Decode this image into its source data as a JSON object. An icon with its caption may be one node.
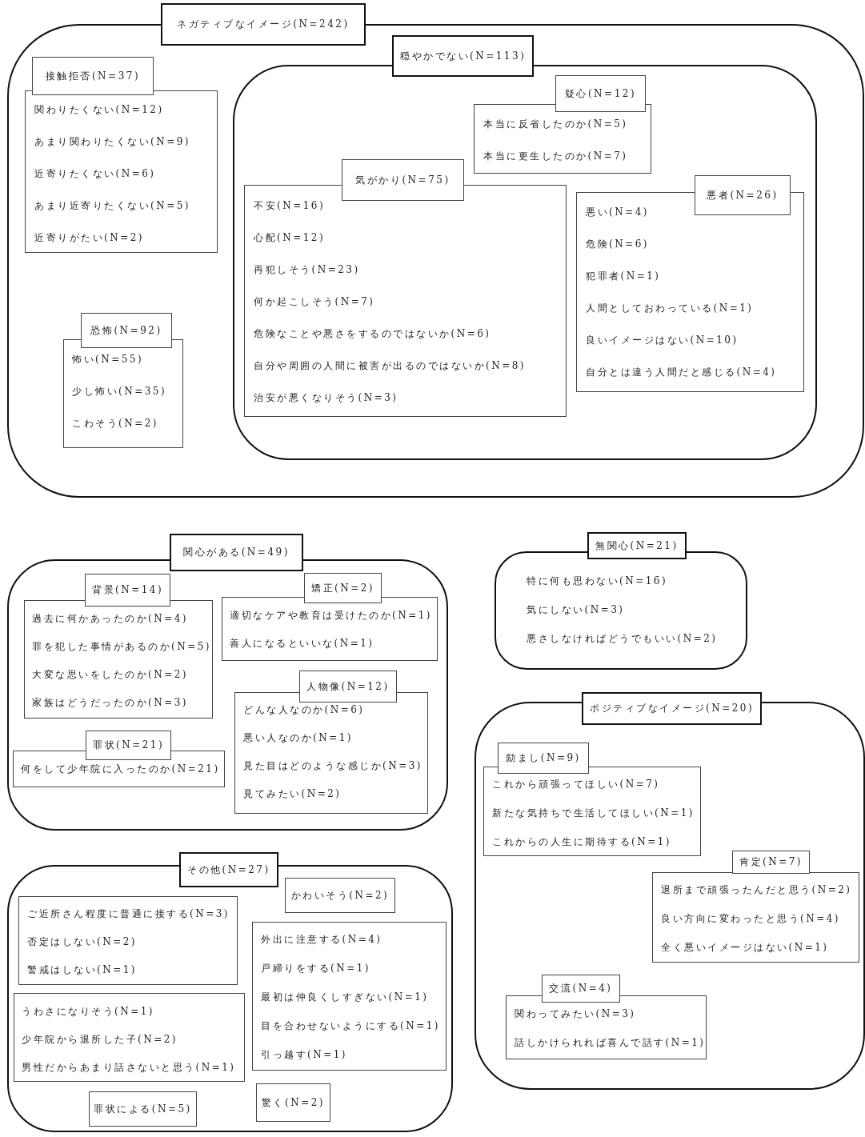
{
  "diagram": {
    "nodes": [
      {
        "text": [
          "ネガティブなイメージ(N=242)"
        ]
      },
      {
        "text": [
          "接触拒否(N=37)",
          "関わりたくない(N=12)",
          "あまり関わりたくない(N=9)",
          "近寄りたくない(N=6)",
          "あまり近寄りたくない(N=5)",
          "近寄りがたい(N=2)"
        ],
        "in": 0
      },
      {
        "text": [
          "恐怖(N=92)",
          "怖い(N=55)",
          "少し怖い(N=35)",
          "こわそう(N=2)"
        ],
        "in": 0
      },
      {
        "text": [
          "穏やかでない(N=113)"
        ],
        "in": 0
      },
      {
        "text": [
          "疑心(N=12)",
          "本当に反省したのか(N=5)",
          "本当に更生したのか(N=7)"
        ],
        "in": 3
      },
      {
        "text": [
          "気がかり(N=75)",
          "不安(N=16)",
          "心配(N=12)",
          "再犯しそう(N=23)",
          "何か起こしそう(N=7)",
          "危険なことや悪さをするのではないか(N=6)",
          "自分や周囲の人間に被害が出るのではないか(N=8)",
          "治安が悪くなりそう(N=3)"
        ],
        "in": 3
      },
      {
        "text": [
          "悪者(N=26)",
          "悪い(N=4)",
          "危険(N=6)",
          "犯罪者(N=1)",
          "人間としておわっている(N=1)",
          "良いイメージはない(N=10)",
          "自分とは違う人間だと感じる(N=4)"
        ],
        "in": 3
      },
      {
        "text": [
          "関心がある(N=49)"
        ]
      },
      {
        "text": [
          "背景(N=14)",
          "過去に何かあったのか(N=4)",
          "罪を犯した事情があるのか(N=5)",
          "大変な思いをしたのか(N=2)",
          "家族はどうだったのか(N=3)"
        ],
        "in": 7
      },
      {
        "text": [
          "矯正(N=2)",
          "適切なケアや教育は受けたのか(N=1)",
          "善人になるといいな(N=1)"
        ],
        "in": 7
      },
      {
        "text": [
          "罪状(N=21)",
          "何をして少年院に入ったのか(N=21)"
        ],
        "in": 7
      },
      {
        "text": [
          "人物像(N=12)",
          "どんな人なのか(N=6)",
          "悪い人なのか(N=1)",
          "見た目はどのような感じか(N=3)",
          "見てみたい(N=2)"
        ],
        "in": 7
      },
      {
        "text": [
          "無関心(N=21)",
          "特に何も思わない(N=16)",
          "気にしない(N=3)",
          "悪さしなければどうでもいい(N=2)"
        ]
      },
      {
        "text": [
          "ポジティブなイメージ(N=20)"
        ]
      },
      {
        "text": [
          "励まし(N=9)",
          "これから頑張ってほしい(N=7)",
          "新たな気持ちで生活してほしい(N=1)",
          "これからの人生に期待する(N=1)"
        ],
        "in": 13
      },
      {
        "text": [
          "肯定(N=7)",
          "退所まで頑張ったんだと思う(N=2)",
          "良い方向に変わったと思う(N=4)",
          "全く悪いイメージはない(N=1)"
        ],
        "in": 13
      },
      {
        "text": [
          "交流(N=4)",
          "関わってみたい(N=3)",
          "話しかけられれば喜んで話す(N=1)"
        ],
        "in": 13
      },
      {
        "text": [
          "その他(N=27)"
        ]
      },
      {
        "text": [
          "かわいそう(N=2)"
        ],
        "in": 17
      },
      {
        "text": [
          "ご近所さん程度に普通に接する(N=3)",
          "否定はしない(N=2)",
          "警戒はしない(N=1)"
        ],
        "in": 17
      },
      {
        "text": [
          "外出に注意する(N=4)",
          "戸締りをする(N=1)",
          "最初は仲良くしすぎない(N=1)",
          "目を合わせないようにする(N=1)",
          "引っ越す(N=1)"
        ],
        "in": 17
      },
      {
        "text": [
          "うわさになりそう(N=1)",
          "少年院から退所した子(N=2)",
          "男性だからあまり話さないと思う(N=1)"
        ],
        "in": 17
      },
      {
        "text": [
          "罪状による(N=5)"
        ],
        "in": 17
      },
      {
        "text": [
          "驚く(N=2)"
        ],
        "in": 17
      }
    ]
  }
}
